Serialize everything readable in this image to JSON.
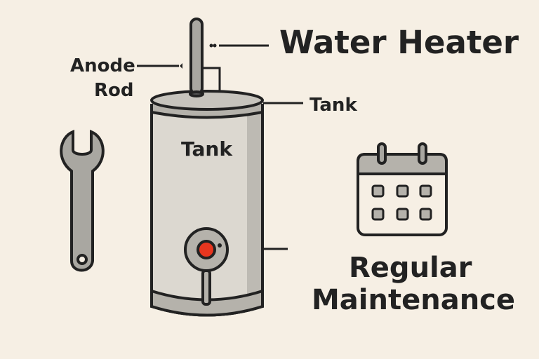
{
  "title": "Water Heater",
  "labels": {
    "anode_line1": "Anode",
    "anode_line2": "Rod",
    "tank_callout": "Tank",
    "tank_body": "Tank",
    "maintenance_line1": "Regular",
    "maintenance_line2": "Maintenance"
  },
  "colors": {
    "background": "#f6efe4",
    "outline": "#222222",
    "tank": "#d9d5cd",
    "metal": "#a9a7a1",
    "indicator": "#e8361f"
  },
  "icons": [
    "wrench-icon",
    "calendar-icon",
    "water-heater-illustration"
  ]
}
